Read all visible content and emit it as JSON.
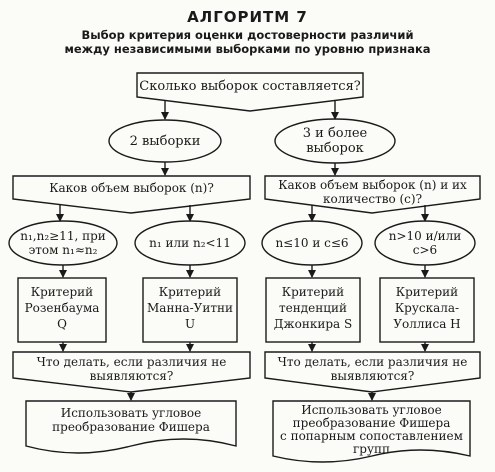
{
  "header": {
    "title": "АЛГОРИТМ 7",
    "subtitle_line1": "Выбор критерия оценки достоверности различий",
    "subtitle_line2": "между независимыми выборками по уровню признака"
  },
  "nodes": {
    "q_samples": "Сколько выборок составляется?",
    "opt_two": "2 выборки",
    "opt_three_l1": "3 и более",
    "opt_three_l2": "выборок",
    "q_size_left": "Каков объем выборок (n)?",
    "q_size_right_l1": "Каков объем выборок (n) и их",
    "q_size_right_l2": "количество (c)?",
    "cond_ll_l1": "n₁,n₂≥11, при",
    "cond_ll_l2": "этом n₁≈n₂",
    "cond_lr": "n₁ или n₂<11",
    "cond_rl": "n≤10 и c≤6",
    "cond_rr_l1": "n>10 и/или",
    "cond_rr_l2": "c>6",
    "crit_rosenbaum_l1": "Критерий",
    "crit_rosenbaum_l2": "Розенбаума",
    "crit_rosenbaum_l3": "Q",
    "crit_mann_l1": "Критерий",
    "crit_mann_l2": "Манна-Уитни",
    "crit_mann_l3": "U",
    "crit_jonckheere_l1": "Критерий",
    "crit_jonckheere_l2": "тенденций",
    "crit_jonckheere_l3": "Джонкира S",
    "crit_kruskal_l1": "Критерий",
    "crit_kruskal_l2": "Крускала-",
    "crit_kruskal_l3": "Уоллиса H",
    "q_nodiff_left_l1": "Что делать, если различия не",
    "q_nodiff_left_l2": "выявляются?",
    "q_nodiff_right_l1": "Что делать, если различия не",
    "q_nodiff_right_l2": "выявляются?",
    "act_left_l1": "Использовать угловое",
    "act_left_l2": "преобразование Фишера",
    "act_right_l1": "Использовать угловое",
    "act_right_l2": "преобразование Фишера",
    "act_right_l3": "с попарным сопоставлением",
    "act_right_l4": "групп"
  }
}
